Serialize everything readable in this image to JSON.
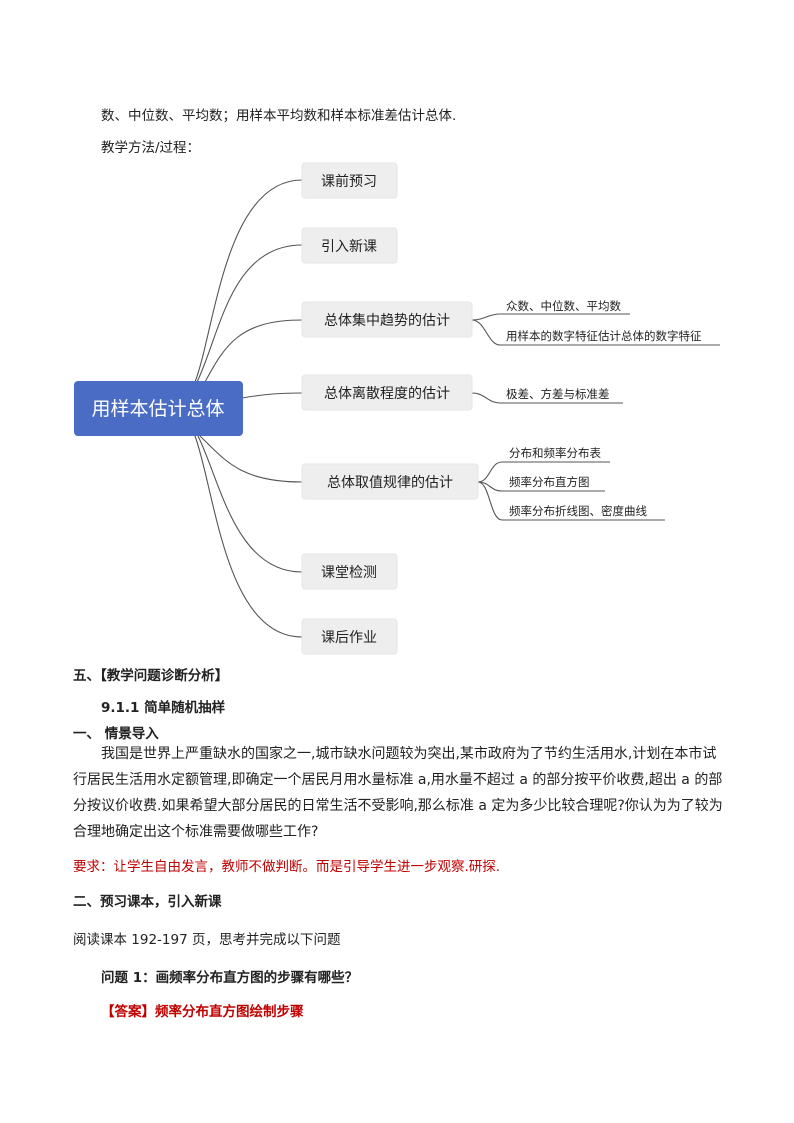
{
  "intro": {
    "line1": "数、中位数、平均数；用样本平均数和样本标准差估计总体.",
    "line2": "教学方法/过程："
  },
  "mindmap": {
    "root": "用样本估计总体",
    "root_color": "#4a6cc5",
    "branches": [
      {
        "label": "课前预习",
        "leaves": []
      },
      {
        "label": "引入新课",
        "leaves": []
      },
      {
        "label": "总体集中趋势的估计",
        "leaves": [
          "众数、中位数、平均数",
          "用样本的数字特征估计总体的数字特征"
        ]
      },
      {
        "label": "总体离散程度的估计",
        "leaves": [
          "极差、方差与标准差"
        ]
      },
      {
        "label": "总体取值规律的估计",
        "leaves": [
          "分布和频率分布表",
          "频率分布直方图",
          "频率分布折线图、密度曲线"
        ]
      },
      {
        "label": "课堂检测",
        "leaves": []
      },
      {
        "label": "课后作业",
        "leaves": []
      }
    ]
  },
  "section5": {
    "heading": "五、【教学问题诊断分析】",
    "subheading": "9.1.1  简单随机抽样",
    "part1_heading": "一、 情景导入",
    "part1_text": "我国是世界上严重缺水的国家之一,城市缺水问题较为突出,某市政府为了节约生活用水,计划在本市试行居民生活用水定额管理,即确定一个居民月用水量标准 a,用水量不超过 a 的部分按平价收费,超出 a 的部分按议价收费.如果希望大部分居民的日常生活不受影响,那么标准 a 定为多少比较合理呢?你认为为了较为合理地确定出这个标准需要做哪些工作?",
    "requirement": "要求：让学生自由发言，教师不做判断。而是引导学生进一步观察.研探.",
    "part2_heading": "二、预习课本，引入新课",
    "part2_text": "阅读课本 192-197 页，思考并完成以下问题",
    "question1": "问题 1：画频率分布直方图的步骤有哪些？",
    "answer1": "【答案】频率分布直方图绘制步骤"
  }
}
